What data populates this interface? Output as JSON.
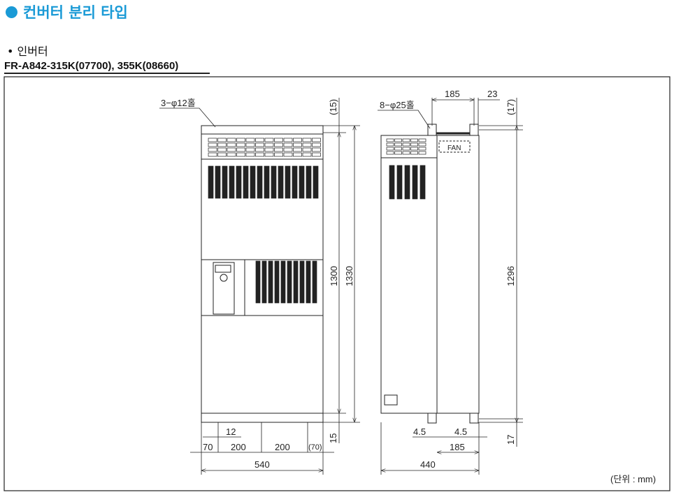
{
  "section_title": "컨버터 분리 타입",
  "subtitle": "• 인버터",
  "model": "FR-A842-315K(07700), 355K(08660)",
  "accent_color": "#1a9ad6",
  "front": {
    "holes": "3−φ12홀",
    "dim_top": "(15)",
    "dim_1300": "1300",
    "dim_1330": "1330",
    "dim_bottom": "15",
    "dim_12": "12",
    "dim_70": "70",
    "dim_200a": "200",
    "dim_200b": "200",
    "dim_70p": "(70)",
    "dim_540": "540"
  },
  "side": {
    "holes": "8−φ25홀",
    "dim_185_top": "185",
    "dim_23": "23",
    "dim_top": "(17)",
    "dim_1296": "1296",
    "dim_bottom": "17",
    "dim_45a": "4.5",
    "dim_45b": "4.5",
    "dim_185_bot": "185",
    "dim_440": "440",
    "fan": "FAN"
  },
  "unit": "(단위 : mm)"
}
